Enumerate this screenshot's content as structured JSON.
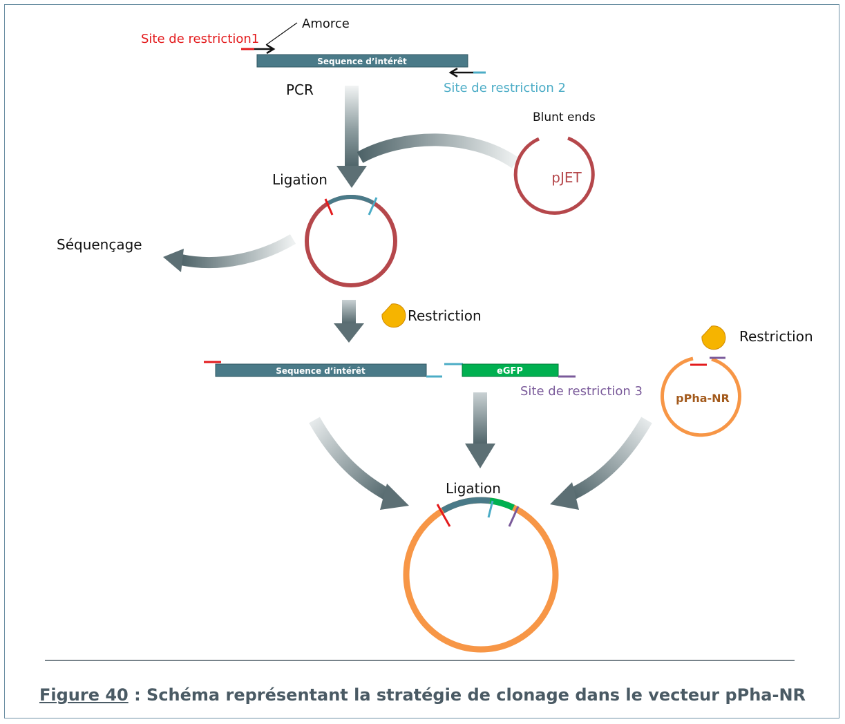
{
  "diagram": {
    "primer_label": "Amorce",
    "restriction_site_1": "Site de restriction1",
    "restriction_site_2": "Site de restriction 2",
    "restriction_site_3": "Site de restriction 3",
    "sequence_label": "Sequence d’intérêt",
    "pcr_label": "PCR",
    "blunt_ends_label": "Blunt ends",
    "pjet_label": "pJET",
    "ligation_label": "Ligation",
    "sequencing_label": "Séquençage",
    "restriction_label": "Restriction",
    "egfp_label": "eGFP",
    "ppha_label": "pPha-NR"
  },
  "colors": {
    "sequence": "#4a7a88",
    "egfp": "#00b050",
    "pjet": "#b5474b",
    "ppha": "#f79646",
    "site1": "#e31a1c",
    "site2": "#4bacc6",
    "site3": "#7a5a9a",
    "enzyme": "#f6b400",
    "arrow": "#5c6f74"
  },
  "caption": {
    "figure_number": "Figure 40",
    "text": " : Schéma représentant la stratégie de clonage dans le vecteur pPha-NR"
  }
}
